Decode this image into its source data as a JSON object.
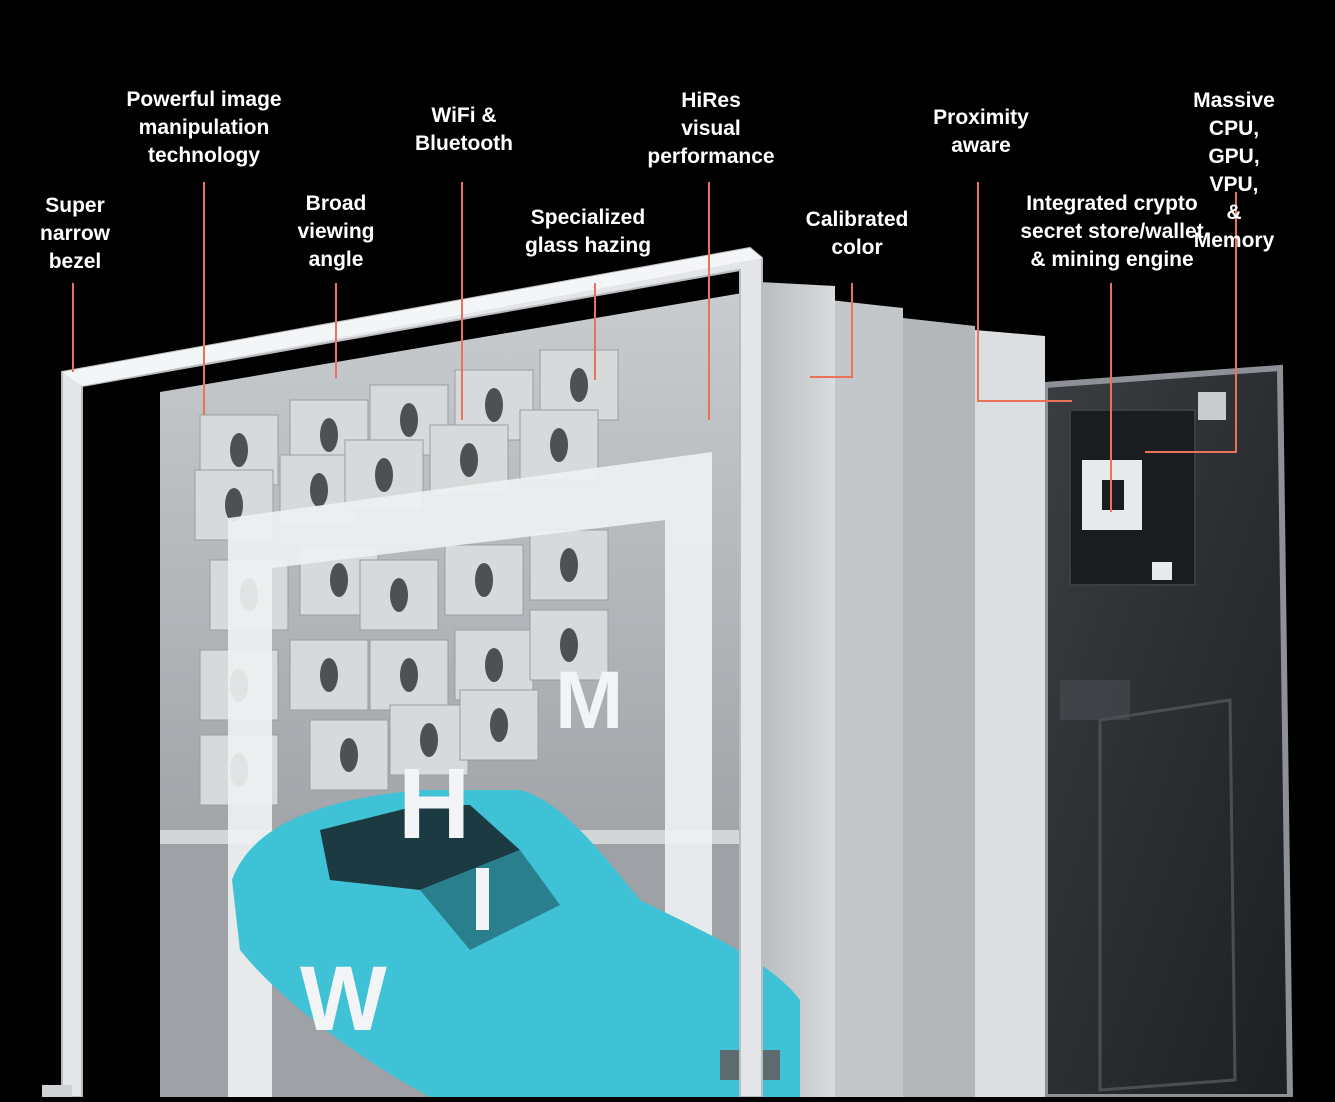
{
  "callouts": [
    {
      "id": "bezel",
      "lines": [
        "Super",
        "narrow",
        "bezel"
      ]
    },
    {
      "id": "image-tech",
      "lines": [
        "Powerful image",
        "manipulation",
        "technology"
      ]
    },
    {
      "id": "viewing",
      "lines": [
        "Broad",
        "viewing",
        "angle"
      ]
    },
    {
      "id": "wifi",
      "lines": [
        "WiFi &",
        "Bluetooth"
      ]
    },
    {
      "id": "glass",
      "lines": [
        "Specialized",
        "glass hazing"
      ]
    },
    {
      "id": "hires",
      "lines": [
        "HiRes",
        "visual",
        "performance"
      ]
    },
    {
      "id": "color",
      "lines": [
        "Calibrated",
        "color"
      ]
    },
    {
      "id": "proximity",
      "lines": [
        "Proximity",
        "aware"
      ]
    },
    {
      "id": "crypto",
      "lines": [
        "Integrated crypto",
        "secret store/wallet",
        "& mining engine"
      ]
    },
    {
      "id": "cpu",
      "lines": [
        "Massive CPU,",
        "GPU, VPU,",
        "& Memory"
      ]
    }
  ],
  "artwork_letters": [
    "M",
    "H",
    "I",
    "W"
  ],
  "colors": {
    "background": "#000000",
    "callout_line": "#e8735a",
    "frame": "#d9dce1",
    "car": "#3fc1d6",
    "board": "#2a2c2f"
  }
}
